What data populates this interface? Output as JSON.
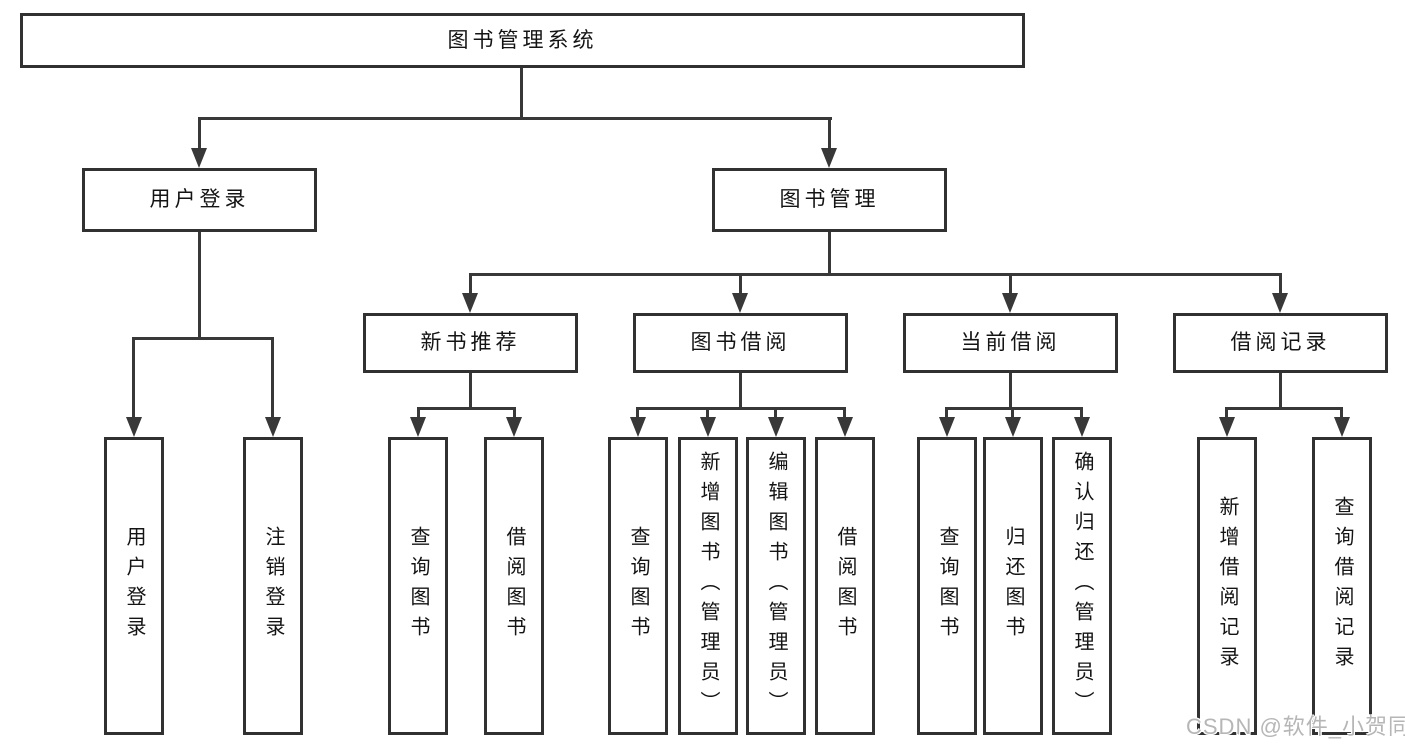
{
  "diagram": {
    "root_label": "图书管理系统",
    "level2": [
      {
        "label": "用户登录",
        "children": [
          {
            "label": "用户登录"
          },
          {
            "label": "注销登录"
          }
        ]
      },
      {
        "label": "图书管理",
        "children": [
          {
            "label": "新书推荐",
            "children": [
              {
                "label": "查询图书"
              },
              {
                "label": "借阅图书"
              }
            ]
          },
          {
            "label": "图书借阅",
            "children": [
              {
                "label": "查询图书"
              },
              {
                "label": "新增图书（管理员）"
              },
              {
                "label": "编辑图书（管理员）"
              },
              {
                "label": "借阅图书"
              }
            ]
          },
          {
            "label": "当前借阅",
            "children": [
              {
                "label": "查询图书"
              },
              {
                "label": "归还图书"
              },
              {
                "label": "确认归还（管理员）"
              }
            ]
          },
          {
            "label": "借阅记录",
            "children": [
              {
                "label": "新增借阅记录"
              },
              {
                "label": "查询借阅记录"
              }
            ]
          }
        ]
      }
    ]
  },
  "watermark": {
    "text": "CSDN @软件_小贺同学",
    "color": "#b6b6b6"
  },
  "colors": {
    "line": "#383838",
    "box_border": "#313131",
    "box_fill": "#ffffff",
    "text": "#141414",
    "background": "#ffffff"
  }
}
